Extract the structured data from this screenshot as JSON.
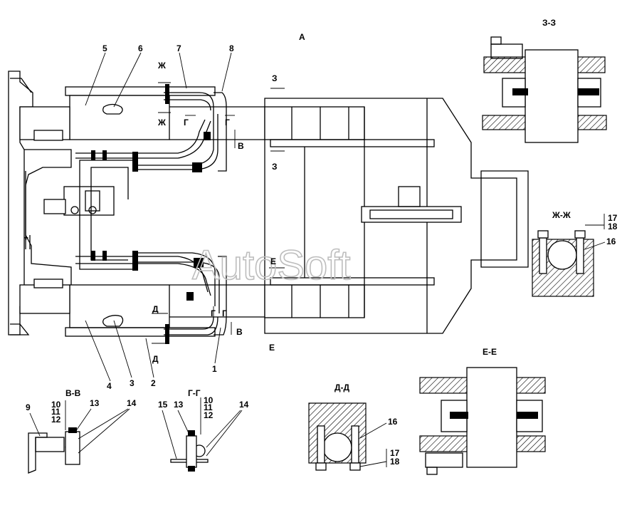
{
  "watermark": "AutoSoft",
  "view_labels": {
    "main_view": "А",
    "section_zz": "З-З",
    "section_zhzh": "Ж-Ж",
    "section_ee": "Е-Е",
    "section_dd": "Д-Д",
    "section_vv": "В-В",
    "section_gg": "Г-Г"
  },
  "cut_marks": {
    "zh": "Ж",
    "z": "З",
    "g": "Г",
    "v": "В",
    "e": "Е",
    "d": "Д"
  },
  "callouts": {
    "n1": "1",
    "n2": "2",
    "n3": "3",
    "n4": "4",
    "n5": "5",
    "n6": "6",
    "n7": "7",
    "n8": "8",
    "n9": "9",
    "n10": "10",
    "n11": "11",
    "n12": "12",
    "n13": "13",
    "n14": "14",
    "n15": "15",
    "n16": "16",
    "n17": "17",
    "n18": "18"
  }
}
